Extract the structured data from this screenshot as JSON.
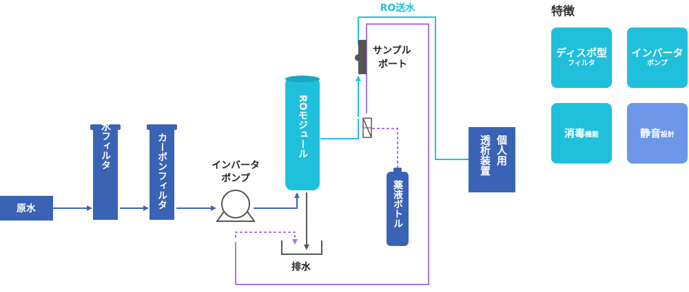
{
  "colors": {
    "blue": "#3a63b5",
    "cyan": "#20c0dc",
    "purple": "#a774e6",
    "gray": "#555555",
    "gray_light": "#888888",
    "feature_cyan": "#20c0dc",
    "feature_blue": "#6d95e8"
  },
  "diagram": {
    "raw_water": "原水",
    "raw_filter": "原水フィルタ",
    "carbon_filter": "カーボンフィルタ",
    "inverter_pump_line1": "インバータ",
    "inverter_pump_line2": "ポンプ",
    "ro_module": "ROモジュール",
    "ro_feed": "RO送水",
    "sample_port_line1": "サンプル",
    "sample_port_line2": "ポート",
    "chemical_bottle": "薬液ボトル",
    "drain": "排水",
    "dialysis_col1": "個人用",
    "dialysis_col2": "透析装置"
  },
  "features": {
    "title": "特徴",
    "items": [
      {
        "main": "ディスポ型",
        "sub": "フィルタ"
      },
      {
        "main": "インバータ",
        "sub": "ポンプ"
      },
      {
        "main": "消毒",
        "sub": "機能"
      },
      {
        "main": "静音",
        "sub": "設計"
      }
    ]
  }
}
